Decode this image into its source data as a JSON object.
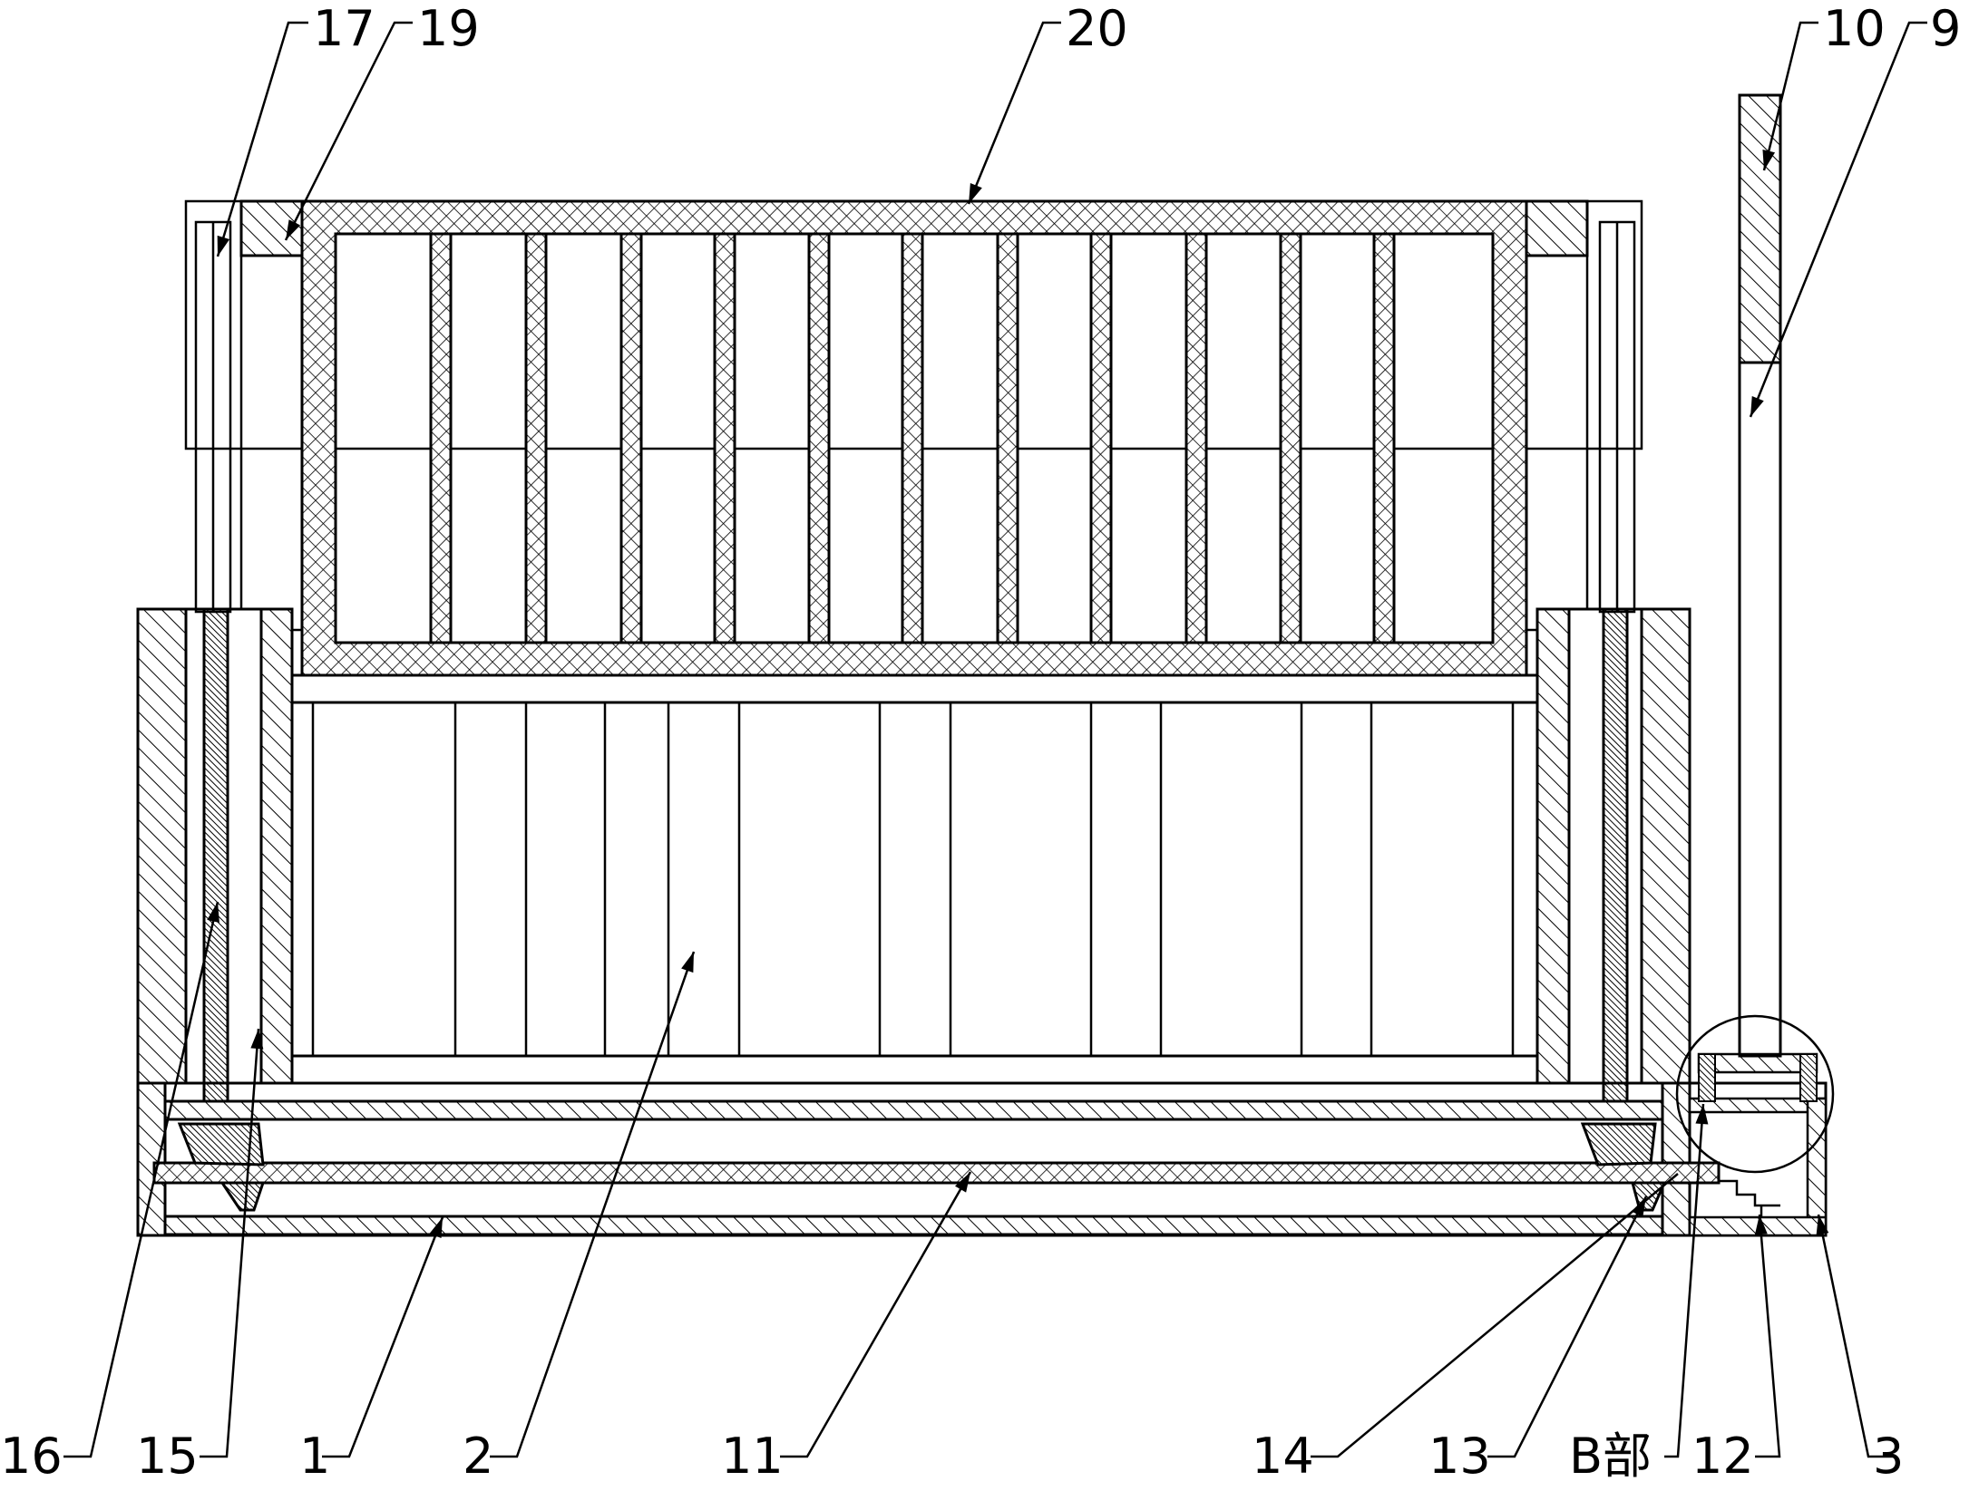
{
  "labels": {
    "l1": "1",
    "l2": "2",
    "l3": "3",
    "l9": "9",
    "l10": "10",
    "l11": "11",
    "l12": "12",
    "l13": "13",
    "l14": "14",
    "l15": "15",
    "l16": "16",
    "l17": "17",
    "l19": "19",
    "l20": "20",
    "lB": "B部"
  }
}
